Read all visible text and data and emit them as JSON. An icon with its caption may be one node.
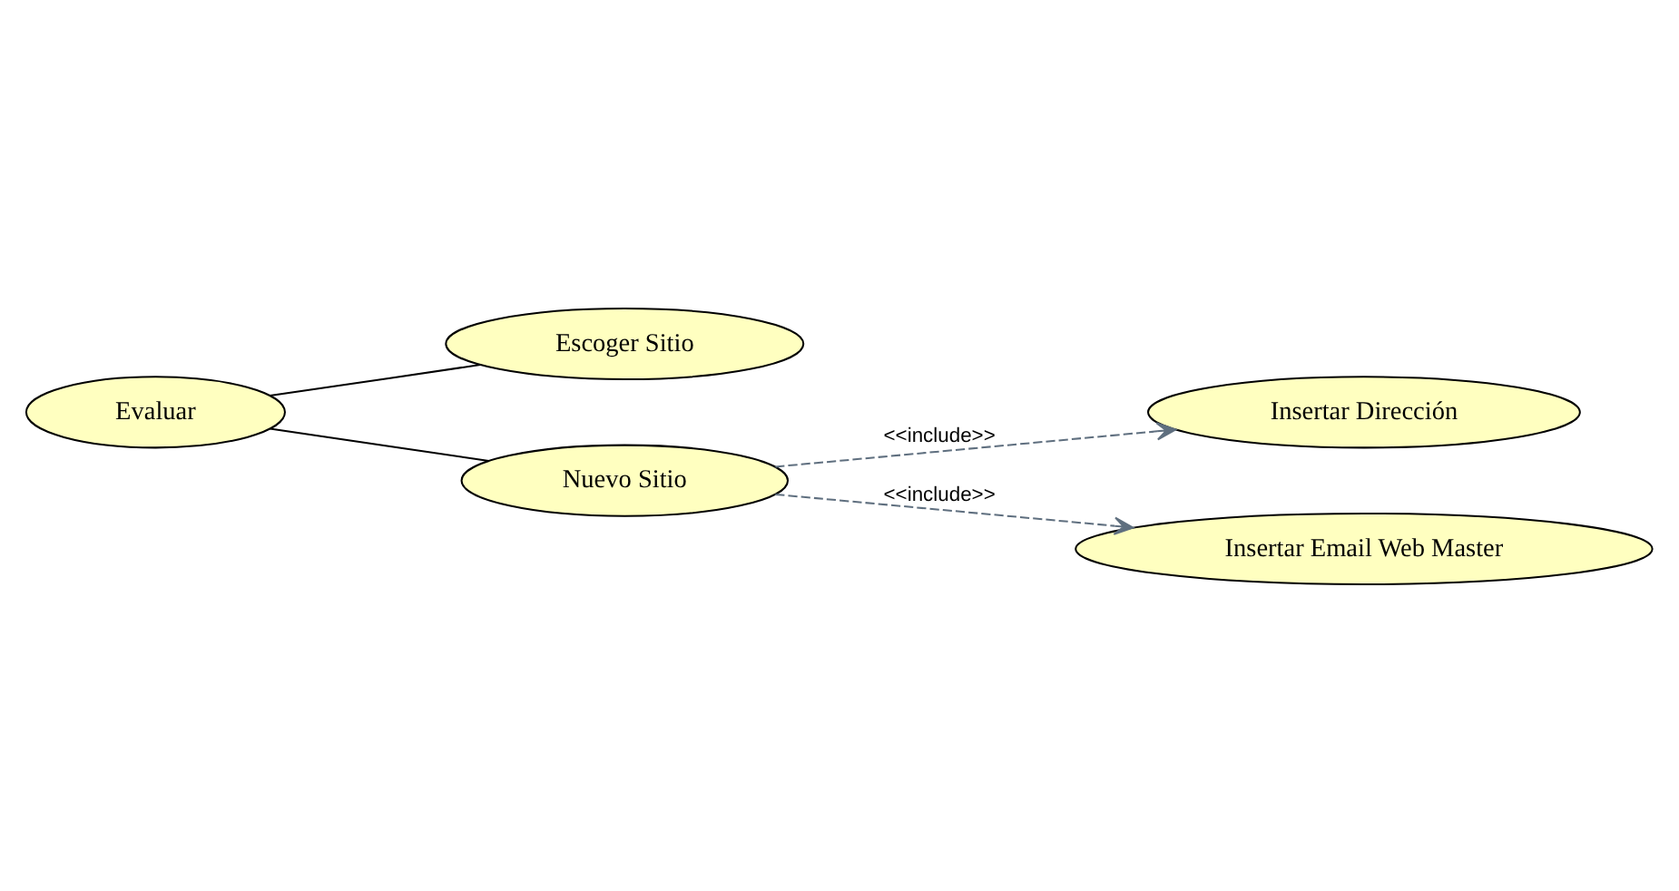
{
  "diagram": {
    "nodes": [
      {
        "text": [
          "Escoger Sitio"
        ]
      },
      {
        "text": [
          "Evaluar"
        ]
      },
      {
        "text": [
          "Insertar Dirección"
        ]
      },
      {
        "text": [
          "Nuevo Sitio"
        ]
      },
      {
        "text": [
          "Insertar Email Web Master"
        ]
      }
    ],
    "edges": [
      {
        "from": 1,
        "to": 0,
        "arrow": "none"
      },
      {
        "from": 1,
        "to": 3,
        "arrow": "none"
      },
      {
        "from": 3,
        "to": 2,
        "arrow": "to",
        "style": "dashed",
        "label": "<<include>>",
        "color": "#5f6f7f"
      },
      {
        "from": 3,
        "to": 4,
        "arrow": "to",
        "style": "dashed",
        "label": "<<include>>",
        "color": "#5f6f7f"
      }
    ]
  }
}
